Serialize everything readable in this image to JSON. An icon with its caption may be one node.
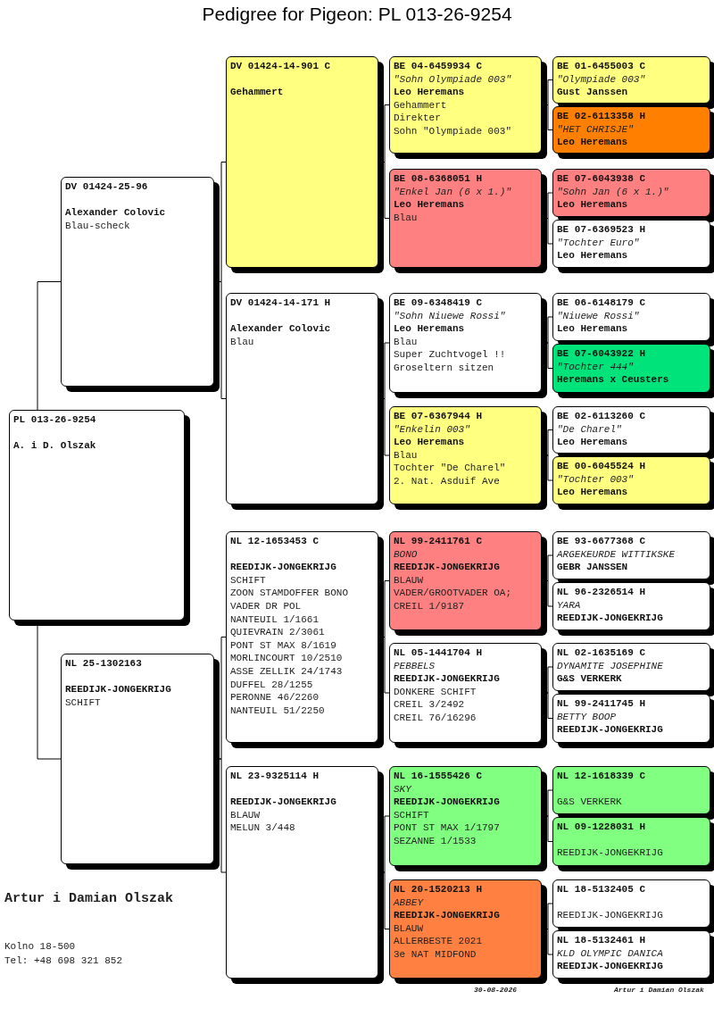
{
  "diagram": {
    "title": "Pedigree for Pigeon: PL 013-26-9254",
    "nodes": [
      {
        "text": [
          "PL 013-26-9254",
          "A. i D. Olszak"
        ]
      },
      {
        "text": [
          "DV 01424-25-96",
          "Alexander Colovic",
          "Blau-scheck"
        ]
      },
      {
        "text": [
          "NL 25-1302163",
          "REEDIJK-JONGEKRIJG",
          "SCHIFT"
        ]
      },
      {
        "text": [
          "DV 01424-14-901 C",
          "Gehammert"
        ]
      },
      {
        "text": [
          "DV 01424-14-171 H",
          "Alexander Colovic",
          "Blau"
        ]
      },
      {
        "text": [
          "NL 12-1653453 C",
          "REEDIJK-JONGEKRIJG",
          "SCHIFT",
          "ZOON STAMDOFFER BONO",
          "VADER DR POL",
          "NANTEUIL 1/1661",
          "QUIEVRAIN 2/3061",
          "PONT ST MAX 8/1619",
          "MORLINCOURT 10/2510",
          "ASSE ZELLIK 24/1743",
          "DUFFEL 28/1255",
          "PERONNE 46/2260",
          "NANTEUIL 51/2250"
        ]
      },
      {
        "text": [
          "NL 23-9325114 H",
          "REEDIJK-JONGEKRIJG",
          "BLAUW",
          "MELUN 3/448"
        ]
      },
      {
        "text": [
          "BE 04-6459934 C",
          "\"Sohn Olympiade 003\"",
          "Leo Heremans",
          "Gehammert",
          "Direkter",
          "Sohn \"Olympiade 003\""
        ]
      },
      {
        "text": [
          "BE 08-6368051 H",
          "\"Enkel Jan (6 x 1.)\"",
          "Leo Heremans",
          "Blau"
        ]
      },
      {
        "text": [
          "BE 09-6348419 C",
          "\"Sohn Niuewe Rossi\"",
          "Leo Heremans",
          "Blau",
          "Super Zuchtvogel !!",
          "Groseltern sitzen"
        ]
      },
      {
        "text": [
          "BE 07-6367944 H",
          "\"Enkelin 003\"",
          "Leo Heremans",
          "Blau",
          "Tochter \"De Charel\"",
          "2. Nat. Asduif Ave"
        ]
      },
      {
        "text": [
          "NL 99-2411761 C",
          "BONO",
          "REEDIJK-JONGEKRIJG",
          "BLAUW",
          "VADER/GROOTVADER OA;",
          "CREIL 1/9187"
        ]
      },
      {
        "text": [
          "NL 05-1441704 H",
          "PEBBELS",
          "REEDIJK-JONGEKRIJG",
          "DONKERE SCHIFT",
          "CREIL 3/2492",
          "CREIL 76/16296"
        ]
      },
      {
        "text": [
          "NL 16-1555426 C",
          "SKY",
          "REEDIJK-JONGEKRIJG",
          "SCHIFT",
          "PONT ST MAX 1/1797",
          "SEZANNE 1/1533"
        ]
      },
      {
        "text": [
          "NL 20-1520213 H",
          "ABBEY",
          "REEDIJK-JONGEKRIJG",
          "BLAUW",
          "ALLERBESTE 2021",
          "3e NAT MIDFOND"
        ]
      },
      {
        "text": [
          "BE 01-6455003 C",
          "\"Olympiade 003\"",
          "Gust Janssen"
        ]
      },
      {
        "text": [
          "BE 02-6113358 H",
          "\"HET CHRISJE\"",
          "Leo Heremans"
        ]
      },
      {
        "text": [
          "BE 07-6043938 C",
          "\"Sohn Jan (6 x 1.)\"",
          "Leo Heremans"
        ]
      },
      {
        "text": [
          "BE 07-6369523 H",
          "\"Tochter Euro\"",
          "Leo Heremans"
        ]
      },
      {
        "text": [
          "BE 06-6148179 C",
          "\"Niuewe Rossi\"",
          "Leo Heremans"
        ]
      },
      {
        "text": [
          "BE 07-6043922 H",
          "\"Tochter 444\"",
          "Heremans x Ceusters"
        ]
      },
      {
        "text": [
          "BE 02-6113260 C",
          "\"De Charel\"",
          "Leo Heremans"
        ]
      },
      {
        "text": [
          "BE 00-6045524 H",
          "\"Tochter 003\"",
          "Leo Heremans"
        ]
      },
      {
        "text": [
          "BE 93-6677368 C",
          "ARGEKEURDE WITTIKSKE",
          "GEBR JANSSEN"
        ]
      },
      {
        "text": [
          "NL 96-2326514 H",
          "YARA",
          "REEDIJK-JONGEKRIJG"
        ]
      },
      {
        "text": [
          "NL 02-1635169 C",
          "DYNAMITE JOSEPHINE",
          "G&S VERKERK"
        ]
      },
      {
        "text": [
          "NL 99-2411745 H",
          "BETTY BOOP",
          "REEDIJK-JONGEKRIJG"
        ]
      },
      {
        "text": [
          "NL 12-1618339 C",
          "G&S VERKERK"
        ]
      },
      {
        "text": [
          "NL 09-1228031 H",
          "REEDIJK-JONGEKRIJG"
        ]
      },
      {
        "text": [
          "NL 18-5132405 C",
          "REEDIJK-JONGEKRIJG"
        ]
      },
      {
        "text": [
          "NL 18-5132461 H",
          "KLD OLYMPIC DANICA",
          "REEDIJK-JONGEKRIJG"
        ]
      }
    ],
    "edges": [
      {
        "from": 0,
        "to": 1,
        "arrow": "none"
      },
      {
        "from": 0,
        "to": 2,
        "arrow": "none"
      },
      {
        "from": 1,
        "to": 3,
        "arrow": "none"
      },
      {
        "from": 1,
        "to": 4,
        "arrow": "none"
      },
      {
        "from": 2,
        "to": 5,
        "arrow": "none"
      },
      {
        "from": 2,
        "to": 6,
        "arrow": "none"
      },
      {
        "from": 3,
        "to": 7,
        "arrow": "none"
      },
      {
        "from": 3,
        "to": 8,
        "arrow": "none"
      },
      {
        "from": 4,
        "to": 9,
        "arrow": "none"
      },
      {
        "from": 4,
        "to": 10,
        "arrow": "none"
      },
      {
        "from": 5,
        "to": 11,
        "arrow": "none"
      },
      {
        "from": 5,
        "to": 12,
        "arrow": "none"
      },
      {
        "from": 6,
        "to": 13,
        "arrow": "none"
      },
      {
        "from": 6,
        "to": 14,
        "arrow": "none"
      },
      {
        "from": 7,
        "to": 15,
        "arrow": "none"
      },
      {
        "from": 7,
        "to": 16,
        "arrow": "none"
      },
      {
        "from": 8,
        "to": 17,
        "arrow": "none"
      },
      {
        "from": 8,
        "to": 18,
        "arrow": "none"
      },
      {
        "from": 9,
        "to": 19,
        "arrow": "none"
      },
      {
        "from": 9,
        "to": 20,
        "arrow": "none"
      },
      {
        "from": 10,
        "to": 21,
        "arrow": "none"
      },
      {
        "from": 10,
        "to": 22,
        "arrow": "none"
      },
      {
        "from": 11,
        "to": 23,
        "arrow": "none"
      },
      {
        "from": 11,
        "to": 24,
        "arrow": "none"
      },
      {
        "from": 12,
        "to": 25,
        "arrow": "none"
      },
      {
        "from": 12,
        "to": 26,
        "arrow": "none"
      },
      {
        "from": 13,
        "to": 27,
        "arrow": "none"
      },
      {
        "from": 13,
        "to": 28,
        "arrow": "none"
      },
      {
        "from": 14,
        "to": 29,
        "arrow": "none"
      },
      {
        "from": 14,
        "to": 30,
        "arrow": "none"
      }
    ],
    "labels": [
      "Artur i Damian Olszak",
      "Kolno 18-500",
      "Tel: +48 698 321 852",
      "30-08-2026",
      "Artur i Damian Olszak"
    ]
  }
}
